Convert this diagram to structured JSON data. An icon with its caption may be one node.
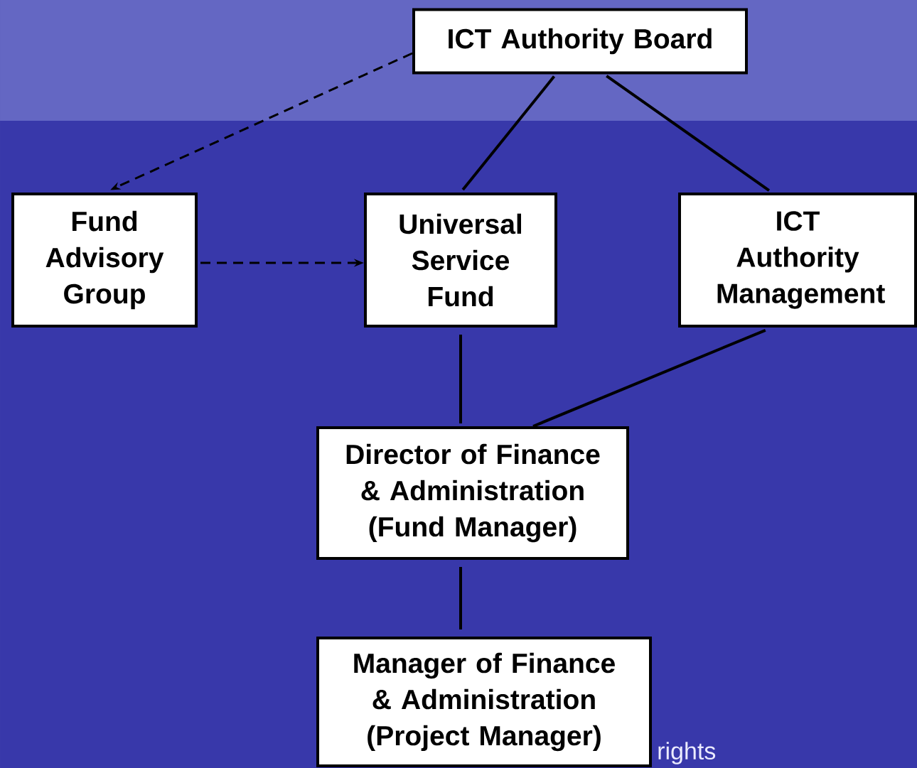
{
  "diagram": {
    "nodes": [
      {
        "text": [
          "ICT Authority Board"
        ]
      },
      {
        "text": [
          "Fund Advisory Group"
        ]
      },
      {
        "text": [
          "Universal Service Fund"
        ]
      },
      {
        "text": [
          "ICT Authority Management"
        ]
      },
      {
        "text": [
          "Director of Finance & Administration (Fund Manager)"
        ]
      },
      {
        "text": [
          "Manager of Finance & Administration (Project Manager)"
        ]
      }
    ],
    "edges": [
      {
        "from": 0,
        "to": 1,
        "arrow": "to",
        "style": "dashed"
      },
      {
        "from": 1,
        "to": 2,
        "arrow": "to",
        "style": "dashed"
      },
      {
        "from": 0,
        "to": 2,
        "arrow": "none"
      },
      {
        "from": 0,
        "to": 3,
        "arrow": "none"
      },
      {
        "from": 2,
        "to": 4,
        "arrow": "none"
      },
      {
        "from": 3,
        "to": 4,
        "arrow": "none"
      },
      {
        "from": 4,
        "to": 5,
        "arrow": "none"
      }
    ],
    "labels": [
      "rights"
    ]
  }
}
